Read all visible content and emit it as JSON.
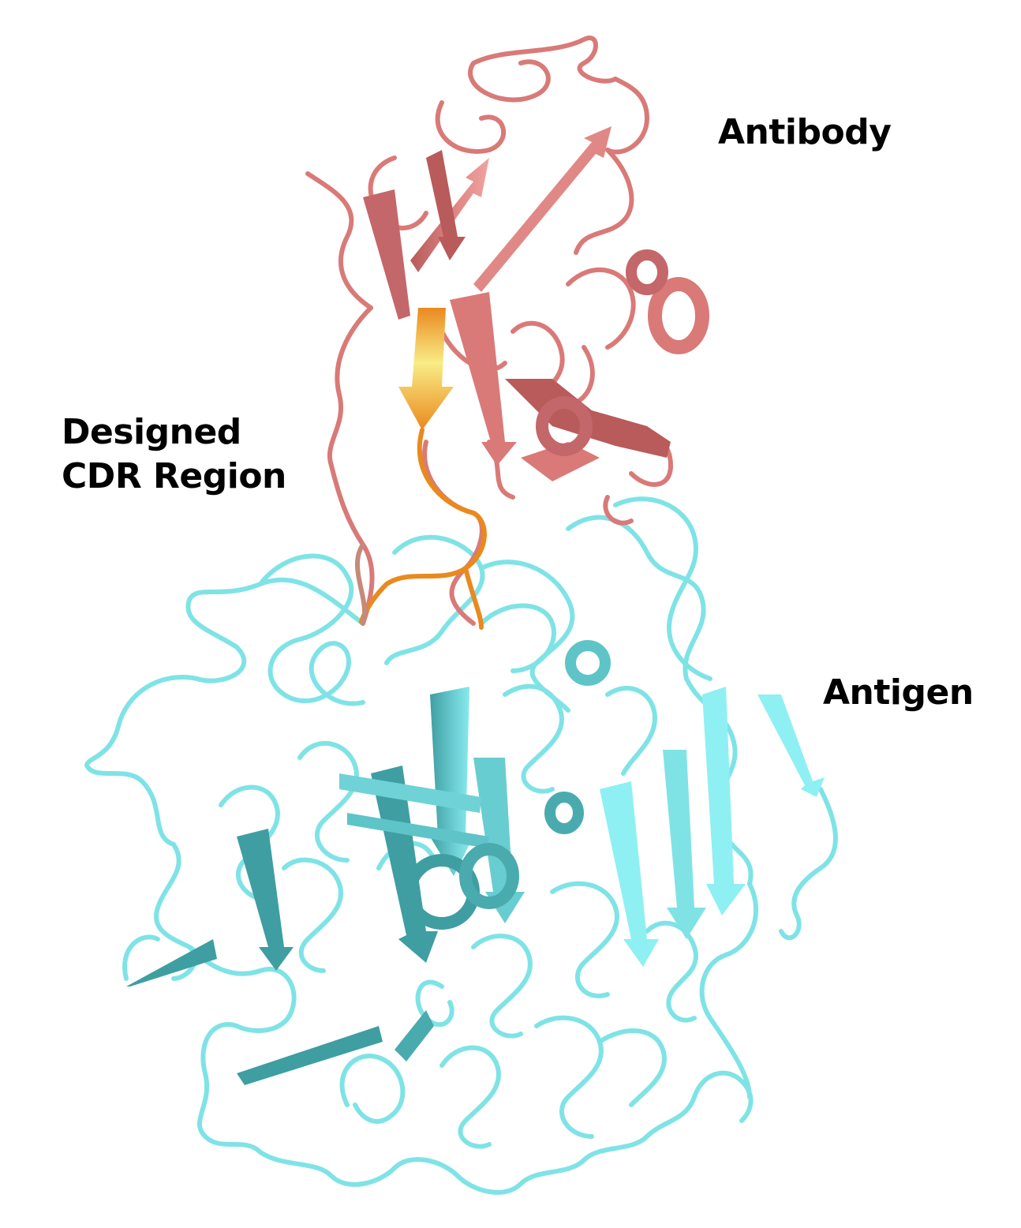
{
  "labels": {
    "antibody": "Antibody",
    "cdr_line1": "Designed",
    "cdr_line2": "CDR Region",
    "antigen": "Antigen"
  },
  "colors": {
    "antibody": "#d97a78",
    "antibody_dark": "#b85b5a",
    "cdr": "#e9891e",
    "cdr_highlight": "#f7e07a",
    "antigen": "#7fe3e6",
    "antigen_dark": "#3f9ea2",
    "text": "#000000",
    "background": "#ffffff"
  }
}
